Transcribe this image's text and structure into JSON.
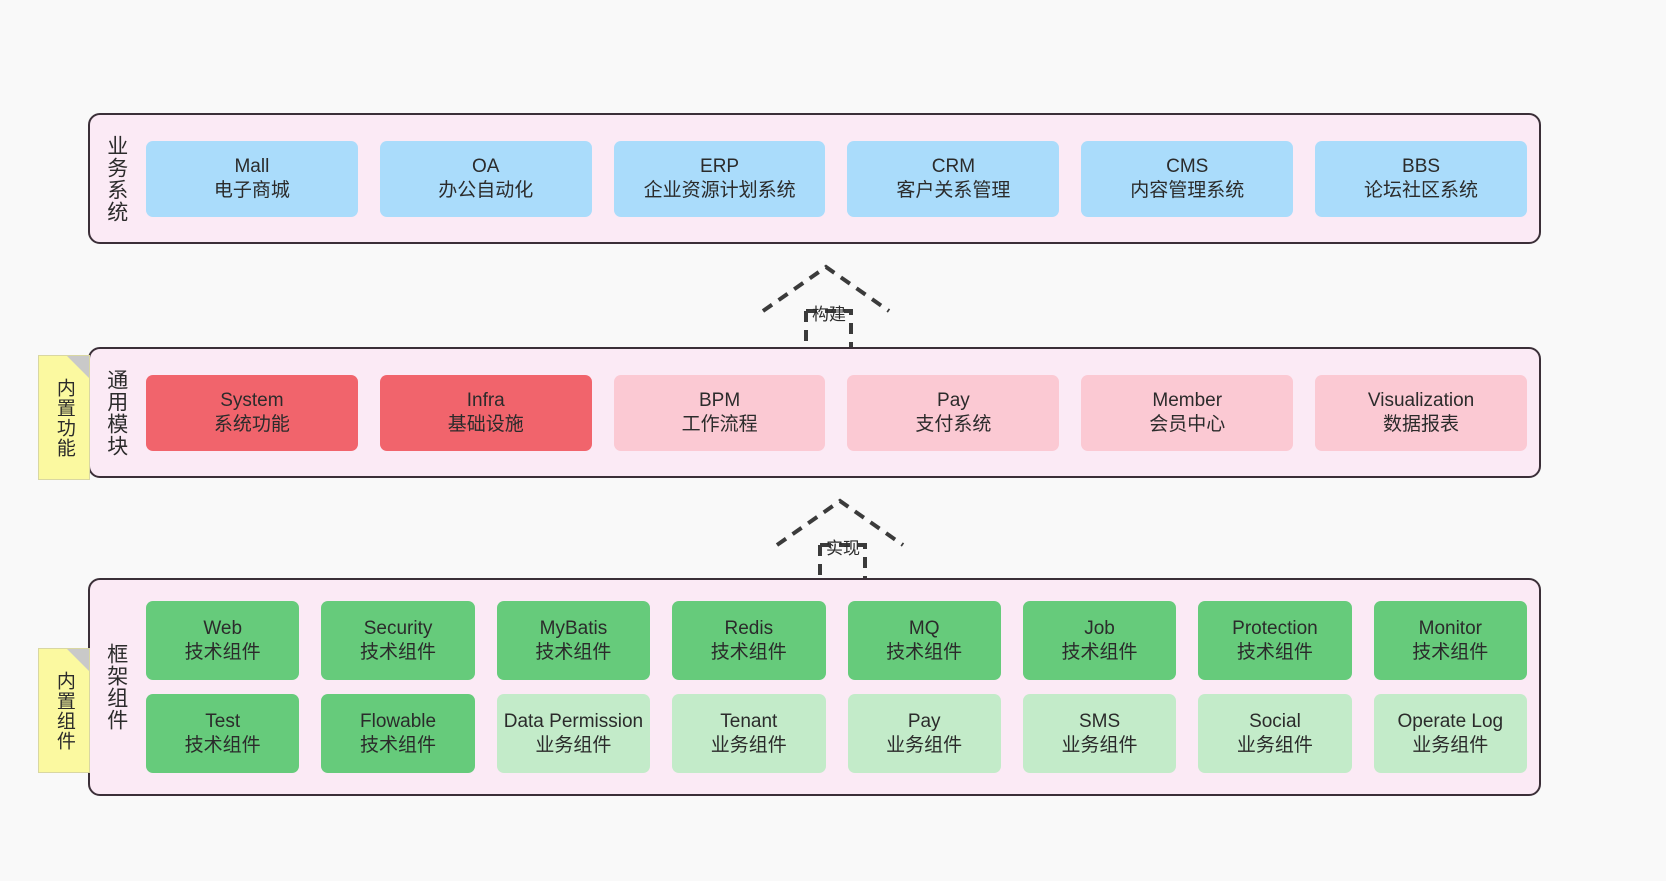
{
  "diagram": {
    "background_color": "#f9f9f9",
    "layer_fill": "#fbeaf5",
    "layer_border": "#3b2f38",
    "note_fill": "#fbf9a0"
  },
  "layers": [
    {
      "id": "business",
      "title": "业务系统",
      "note": null,
      "rows": [
        {
          "cells": [
            {
              "name": "mall",
              "l1": "Mall",
              "l2": "电子商城",
              "color": "#aadcfb",
              "style": "c-blue"
            },
            {
              "name": "oa",
              "l1": "OA",
              "l2": "办公自动化",
              "color": "#aadcfb",
              "style": "c-blue"
            },
            {
              "name": "erp",
              "l1": "ERP",
              "l2": "企业资源计划系统",
              "color": "#aadcfb",
              "style": "c-blue"
            },
            {
              "name": "crm",
              "l1": "CRM",
              "l2": "客户关系管理",
              "color": "#aadcfb",
              "style": "c-blue"
            },
            {
              "name": "cms",
              "l1": "CMS",
              "l2": "内容管理系统",
              "color": "#aadcfb",
              "style": "c-blue"
            },
            {
              "name": "bbs",
              "l1": "BBS",
              "l2": "论坛社区系统",
              "color": "#aadcfb",
              "style": "c-blue"
            }
          ]
        }
      ]
    },
    {
      "id": "common",
      "title": "通用模块",
      "note": "内置功能",
      "rows": [
        {
          "cells": [
            {
              "name": "system",
              "l1": "System",
              "l2": "系统功能",
              "color": "#f1646c",
              "style": "c-red"
            },
            {
              "name": "infra",
              "l1": "Infra",
              "l2": "基础设施",
              "color": "#f1646c",
              "style": "c-red"
            },
            {
              "name": "bpm",
              "l1": "BPM",
              "l2": "工作流程",
              "color": "#fbc9d3",
              "style": "c-pink"
            },
            {
              "name": "pay",
              "l1": "Pay",
              "l2": "支付系统",
              "color": "#fbc9d3",
              "style": "c-pink"
            },
            {
              "name": "member",
              "l1": "Member",
              "l2": "会员中心",
              "color": "#fbc9d3",
              "style": "c-pink"
            },
            {
              "name": "visualization",
              "l1": "Visualization",
              "l2": "数据报表",
              "color": "#fbc9d3",
              "style": "c-pink"
            }
          ]
        }
      ]
    },
    {
      "id": "framework",
      "title": "框架组件",
      "note": "内置组件",
      "rows": [
        {
          "cells": [
            {
              "name": "web",
              "l1": "Web",
              "l2": "技术组件",
              "color": "#66cb7b",
              "style": "c-green"
            },
            {
              "name": "security",
              "l1": "Security",
              "l2": "技术组件",
              "color": "#66cb7b",
              "style": "c-green"
            },
            {
              "name": "mybatis",
              "l1": "MyBatis",
              "l2": "技术组件",
              "color": "#66cb7b",
              "style": "c-green"
            },
            {
              "name": "redis",
              "l1": "Redis",
              "l2": "技术组件",
              "color": "#66cb7b",
              "style": "c-green"
            },
            {
              "name": "mq",
              "l1": "MQ",
              "l2": "技术组件",
              "color": "#66cb7b",
              "style": "c-green"
            },
            {
              "name": "job",
              "l1": "Job",
              "l2": "技术组件",
              "color": "#66cb7b",
              "style": "c-green"
            },
            {
              "name": "protection",
              "l1": "Protection",
              "l2": "技术组件",
              "color": "#66cb7b",
              "style": "c-green"
            },
            {
              "name": "monitor",
              "l1": "Monitor",
              "l2": "技术组件",
              "color": "#66cb7b",
              "style": "c-green"
            }
          ]
        },
        {
          "cells": [
            {
              "name": "test",
              "l1": "Test",
              "l2": "技术组件",
              "color": "#66cb7b",
              "style": "c-green"
            },
            {
              "name": "flowable",
              "l1": "Flowable",
              "l2": "技术组件",
              "color": "#66cb7b",
              "style": "c-green"
            },
            {
              "name": "data-permission",
              "l1": "Data Permission",
              "l2": "业务组件",
              "color": "#c3ebc9",
              "style": "c-greenlight"
            },
            {
              "name": "tenant",
              "l1": "Tenant",
              "l2": "业务组件",
              "color": "#c3ebc9",
              "style": "c-greenlight"
            },
            {
              "name": "pay-component",
              "l1": "Pay",
              "l2": "业务组件",
              "color": "#c3ebc9",
              "style": "c-greenlight"
            },
            {
              "name": "sms",
              "l1": "SMS",
              "l2": "业务组件",
              "color": "#c3ebc9",
              "style": "c-greenlight"
            },
            {
              "name": "social",
              "l1": "Social",
              "l2": "业务组件",
              "color": "#c3ebc9",
              "style": "c-greenlight"
            },
            {
              "name": "operate-log",
              "l1": "Operate Log",
              "l2": "业务组件",
              "color": "#c3ebc9",
              "style": "c-greenlight"
            }
          ]
        }
      ]
    }
  ],
  "connectors": [
    {
      "id": "build",
      "label": "构建",
      "from": "common",
      "to": "business"
    },
    {
      "id": "implement",
      "label": "实现",
      "from": "framework",
      "to": "common"
    }
  ]
}
